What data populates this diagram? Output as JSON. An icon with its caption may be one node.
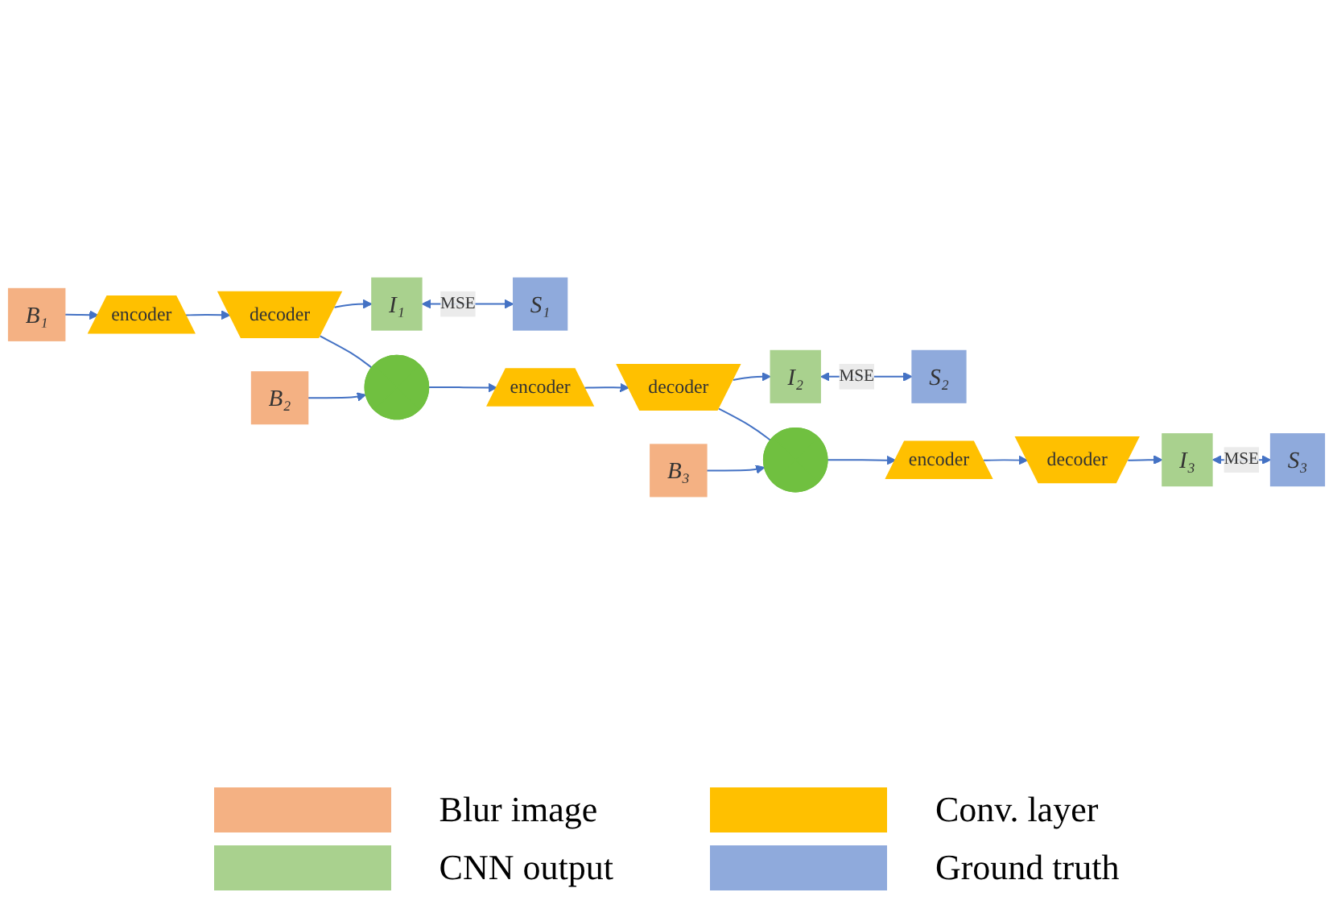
{
  "diagram": {
    "nodes": [
      {
        "text": [
          "B₁"
        ]
      },
      {
        "text": [
          "encoder"
        ]
      },
      {
        "text": [
          "decoder"
        ]
      },
      {
        "text": [
          "I₁"
        ]
      },
      {
        "text": [
          "S₁"
        ]
      },
      {
        "text": [
          "B₂"
        ]
      },
      {
        "text": [],
        "shape": "plus"
      },
      {
        "text": [
          "encoder"
        ]
      },
      {
        "text": [
          "decoder"
        ]
      },
      {
        "text": [
          "I₂"
        ]
      },
      {
        "text": [
          "S₂"
        ]
      },
      {
        "text": [
          "B₃"
        ]
      },
      {
        "text": [],
        "shape": "plus"
      },
      {
        "text": [
          "encoder"
        ]
      },
      {
        "text": [
          "decoder"
        ]
      },
      {
        "text": [
          "I₃"
        ]
      },
      {
        "text": [
          "S₃"
        ]
      }
    ],
    "edges": [
      {
        "from": 0,
        "to": 1,
        "arrow": "to"
      },
      {
        "from": 1,
        "to": 2,
        "arrow": "to"
      },
      {
        "from": 2,
        "to": 3,
        "arrow": "to"
      },
      {
        "from": 3,
        "to": 4,
        "arrow": "both",
        "label": "MSE"
      },
      {
        "from": 2,
        "to": 6,
        "arrow": "none"
      },
      {
        "from": 5,
        "to": 6,
        "arrow": "to"
      },
      {
        "from": 6,
        "to": 7,
        "arrow": "to"
      },
      {
        "from": 7,
        "to": 8,
        "arrow": "to"
      },
      {
        "from": 8,
        "to": 9,
        "arrow": "to"
      },
      {
        "from": 9,
        "to": 10,
        "arrow": "both",
        "label": "MSE"
      },
      {
        "from": 8,
        "to": 12,
        "arrow": "none"
      },
      {
        "from": 11,
        "to": 12,
        "arrow": "to"
      },
      {
        "from": 12,
        "to": 13,
        "arrow": "to"
      },
      {
        "from": 13,
        "to": 14,
        "arrow": "to"
      },
      {
        "from": 14,
        "to": 15,
        "arrow": "to"
      },
      {
        "from": 15,
        "to": 16,
        "arrow": "both",
        "label": "MSE"
      }
    ],
    "legend": [
      {
        "text": "Blur image",
        "color": "#f4b183"
      },
      {
        "text": "Conv. layer",
        "color": "#ffc000"
      },
      {
        "text": "CNN output",
        "color": "#a9d18e"
      },
      {
        "text": "Ground truth",
        "color": "#8faadc"
      }
    ]
  }
}
